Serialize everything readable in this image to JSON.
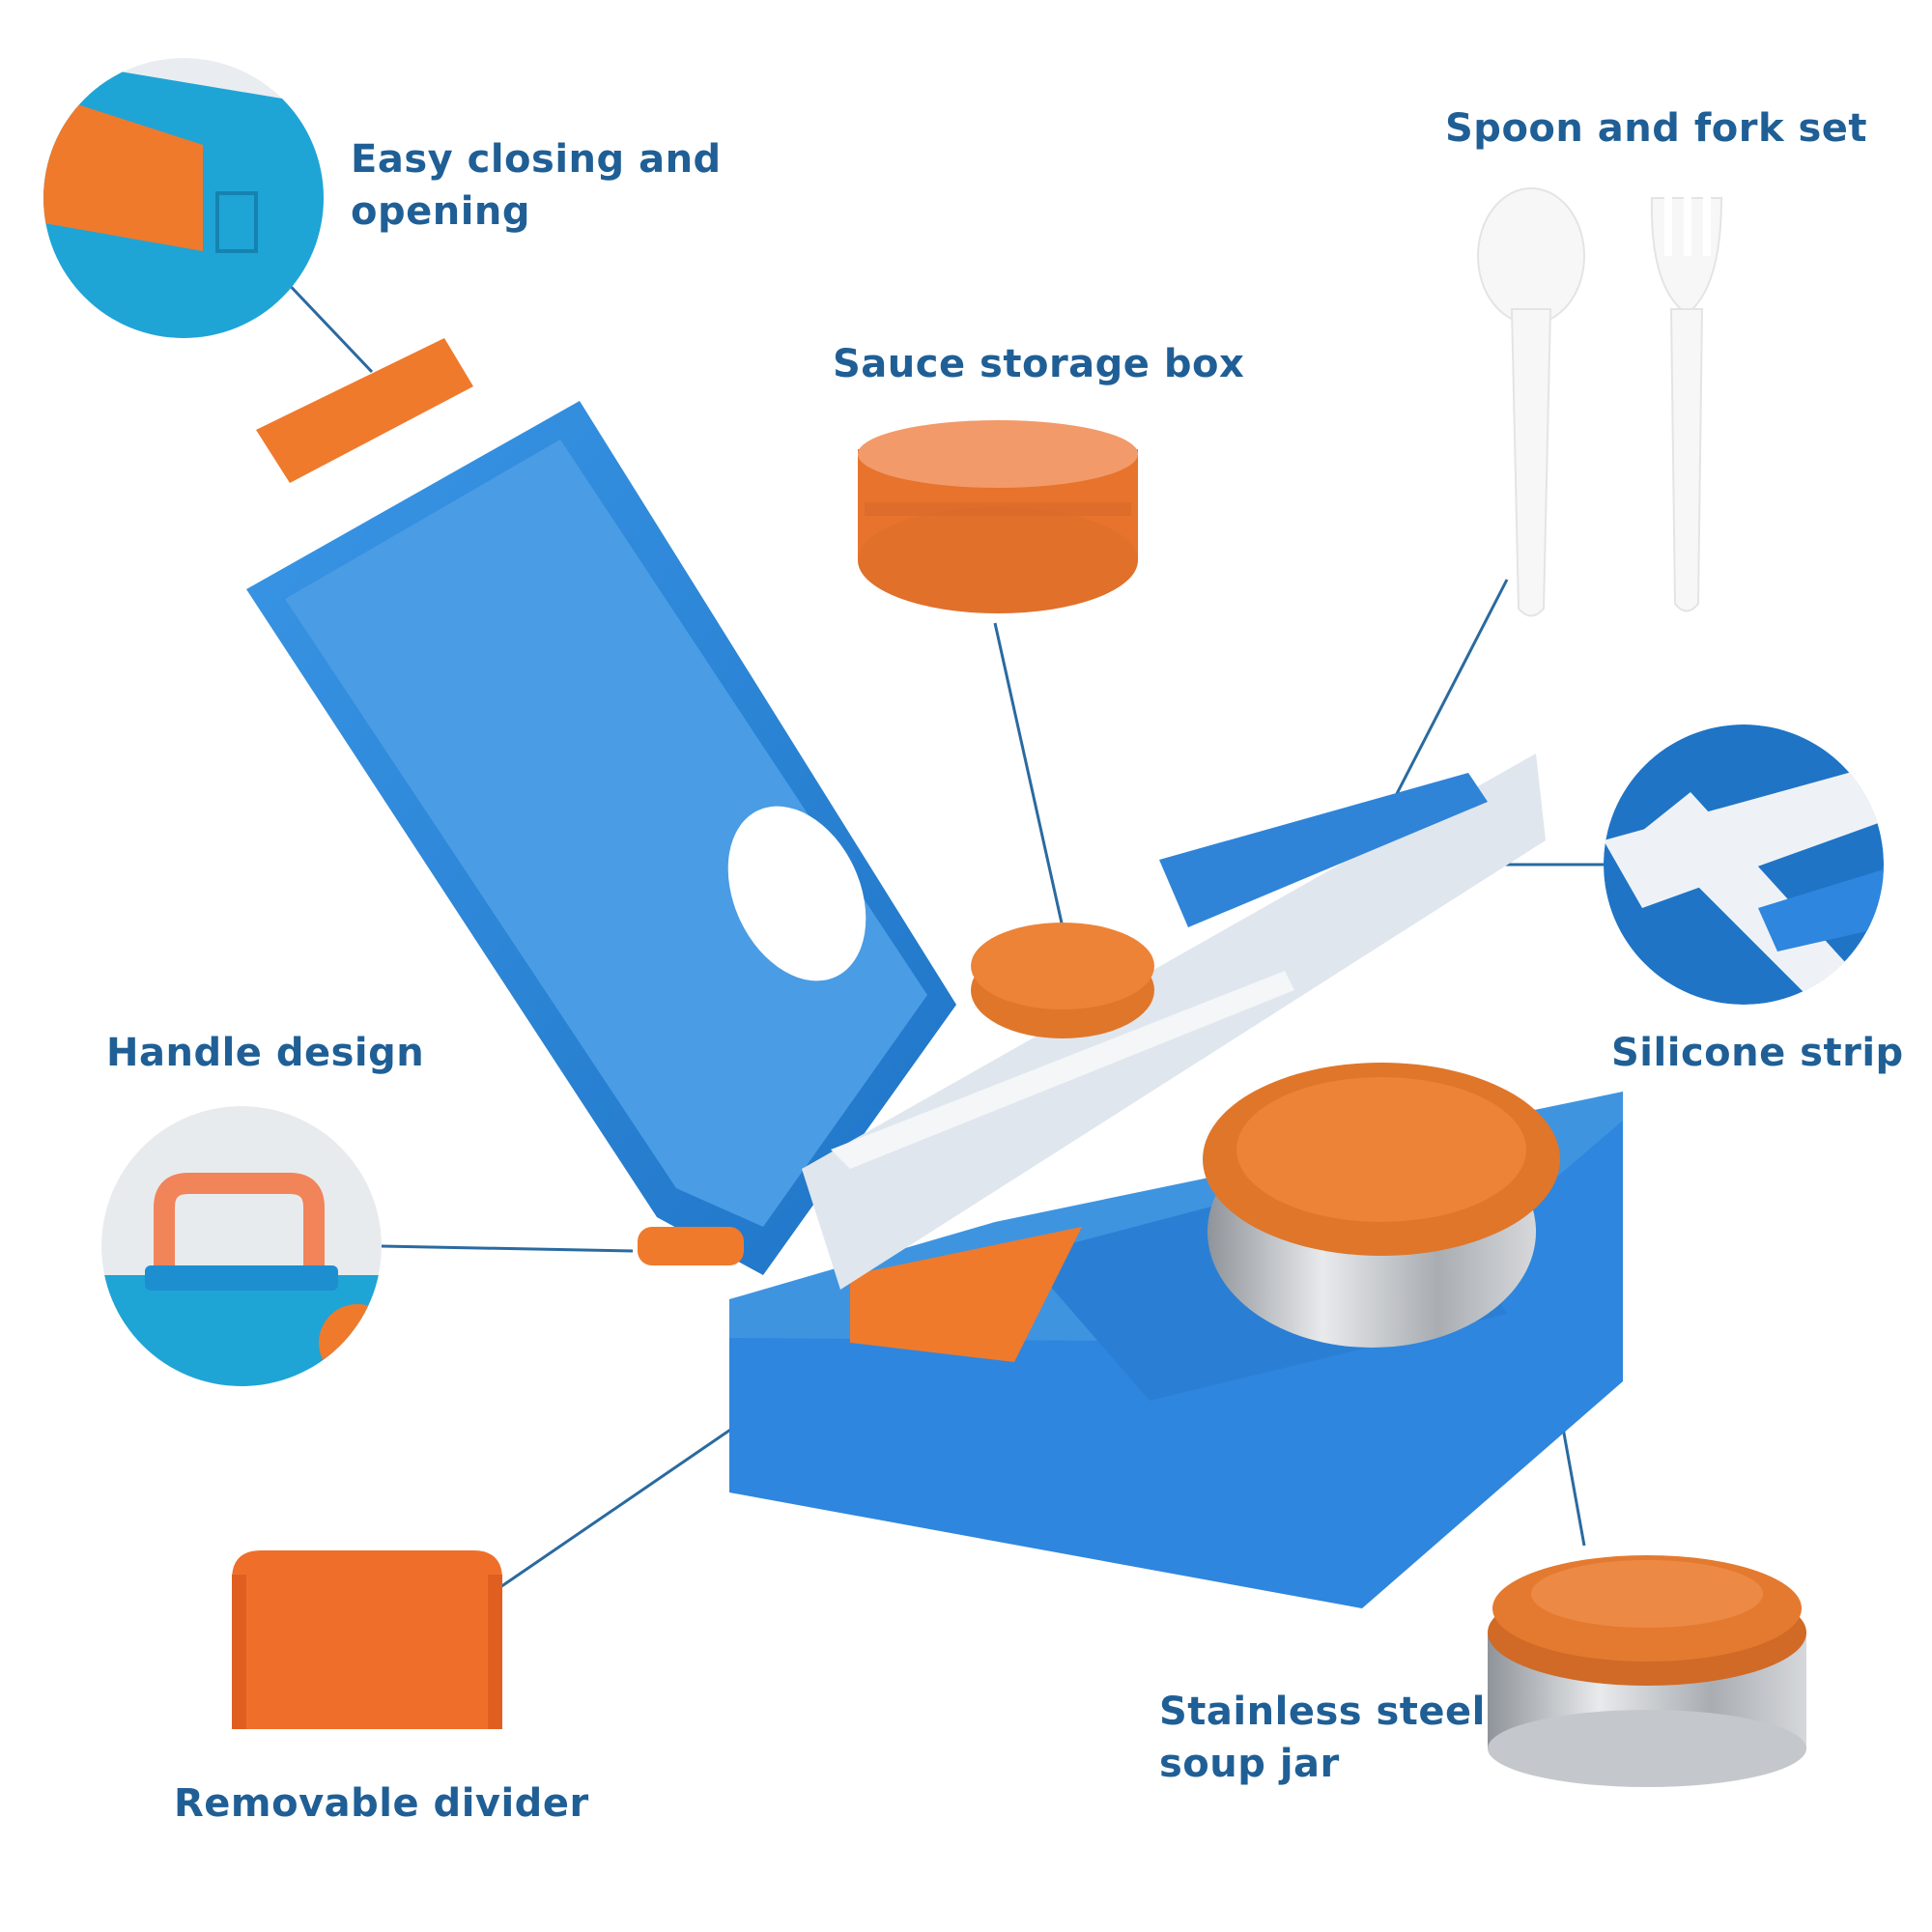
{
  "callouts": {
    "easy_closing": [
      "Easy closing and",
      "opening"
    ],
    "spoon_fork": "Spoon and fork set",
    "sauce_box": "Sauce storage box",
    "handle": "Handle design",
    "silicone": "Silicone strip",
    "divider": "Removable divider",
    "soup_jar": [
      "Stainless steel",
      "soup jar"
    ]
  },
  "colors": {
    "label_text": "#1f5f96",
    "leader_line": "#2a6aa0",
    "box_blue": "#2e86de",
    "lid_blue": "#3f94e0",
    "accent_orange": "#ef7a2c",
    "steel": "#b8bcc2",
    "utensil_white": "#f7f7f7"
  },
  "icons": [
    "closing-latch-detail",
    "spoon",
    "fork",
    "sauce-box",
    "silicone-strip-detail",
    "handle-detail",
    "divider",
    "soup-jar",
    "bento-box"
  ]
}
